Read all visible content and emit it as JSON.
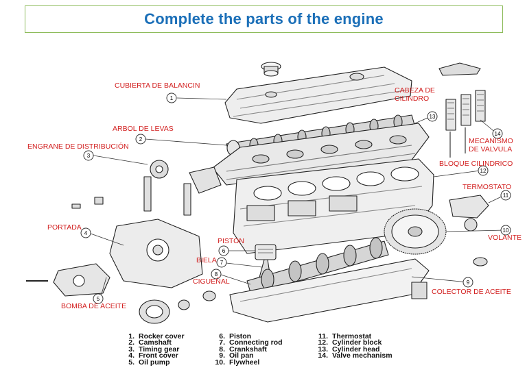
{
  "title": "Complete the parts of the engine",
  "labels": {
    "cubierta": "CUBIERTA DE BALANCIN",
    "arbol": "ARBOL DE LEVAS",
    "engrane": "ENGRANE DE DISTRIBUCIÓN",
    "cabeza1": "CABEZA DE",
    "cabeza2": "CILINDRO",
    "mecanismo1": "MECANISMO",
    "mecanismo2": "DE VALVULA",
    "bloque": "BLOQUE CILINDRICO",
    "termostato": "TERMOSTATO",
    "portada": "PORTADA",
    "piston": "PISTON",
    "volante": "VOLANTE",
    "biela": "BIELA",
    "ciguenal": "CIGUEÑAL",
    "colector": "COLECTOR DE ACEITE",
    "bomba": "BOMBA DE ACEITE"
  },
  "callouts": [
    "1",
    "2",
    "3",
    "4",
    "5",
    "6",
    "7",
    "8",
    "9",
    "10",
    "11",
    "12",
    "13",
    "14"
  ],
  "legend": [
    {
      "num": "1.",
      "name": "Rocker cover"
    },
    {
      "num": "2.",
      "name": "Camshaft"
    },
    {
      "num": "3.",
      "name": "Timing gear"
    },
    {
      "num": "4.",
      "name": "Front cover"
    },
    {
      "num": "5.",
      "name": "Oil pump"
    },
    {
      "num": "6.",
      "name": "Piston"
    },
    {
      "num": "7.",
      "name": "Connecting rod"
    },
    {
      "num": "8.",
      "name": "Crankshaft"
    },
    {
      "num": "9.",
      "name": "Oil pan"
    },
    {
      "num": "10.",
      "name": "Flywheel"
    },
    {
      "num": "11.",
      "name": "Thermostat"
    },
    {
      "num": "12.",
      "name": "Cylinder block"
    },
    {
      "num": "13.",
      "name": "Cylinder head"
    },
    {
      "num": "14.",
      "name": "Valve mechanism"
    }
  ]
}
